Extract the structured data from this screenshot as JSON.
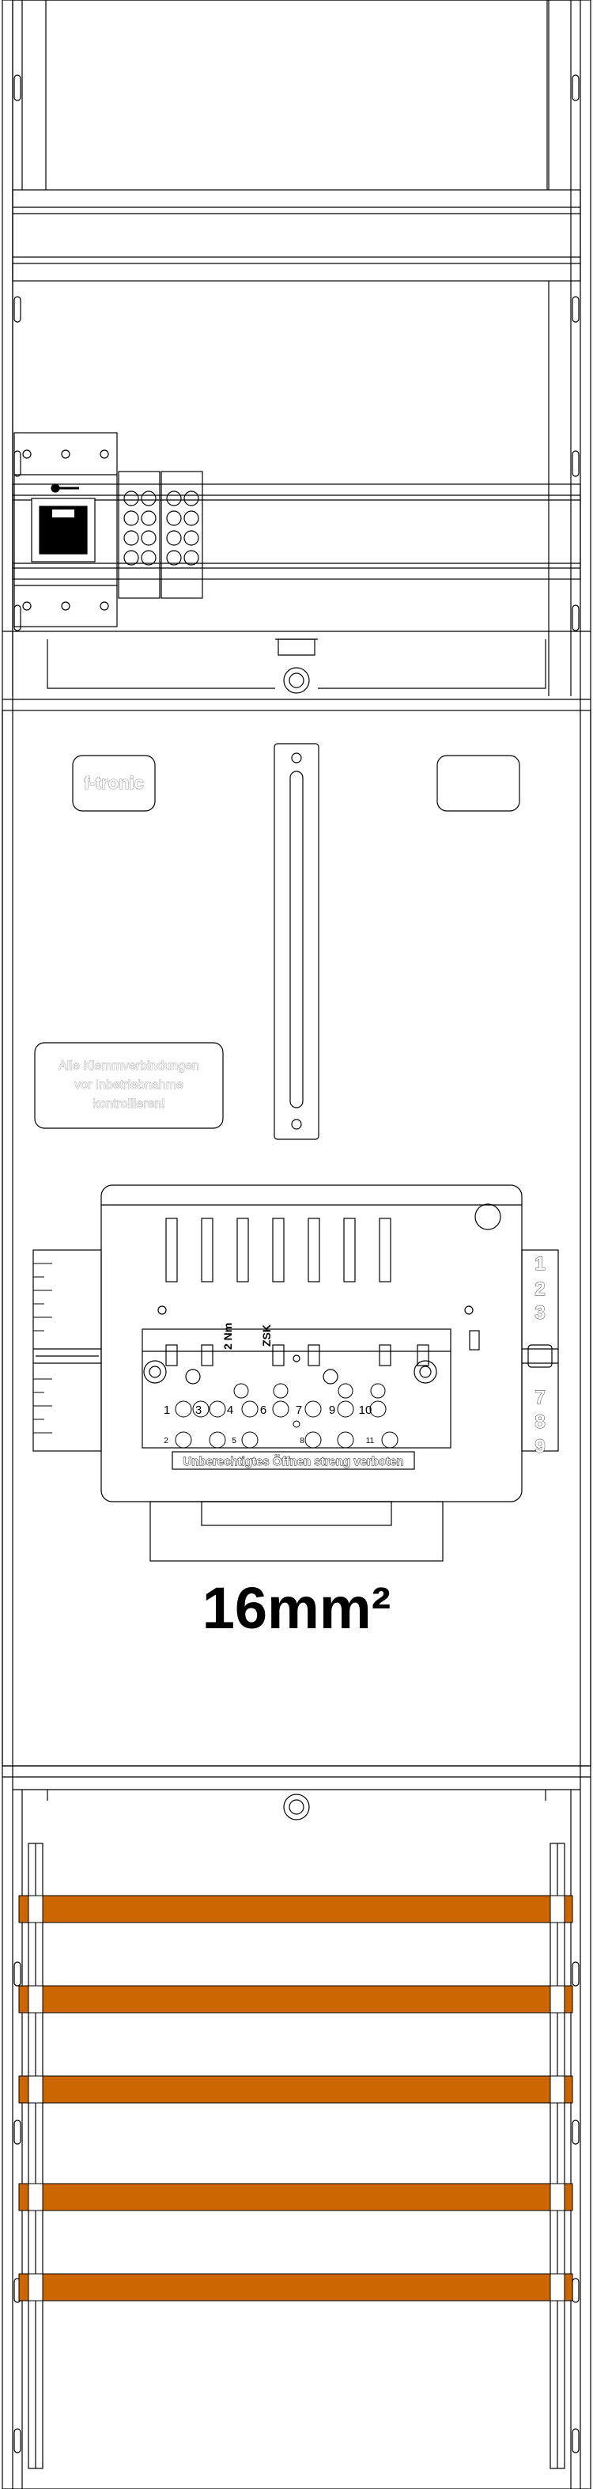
{
  "brand": {
    "logo_text": "f-tronic"
  },
  "notice": {
    "line1": "Alle Klemmverbindungen",
    "line2": "vor Inbetriebnahme",
    "line3": "kontrollieren!"
  },
  "meter_base": {
    "torque_label": "2 Nm",
    "zsk_label": "ZSK",
    "warning_text": "Unberechtigtes Öffnen streng verboten",
    "scale_right": [
      "1",
      "2",
      "3",
      "7",
      "8",
      "9"
    ],
    "terminals_main": [
      "1",
      "3",
      "4",
      "6",
      "7",
      "9",
      "10"
    ],
    "terminals_aux": [
      "2",
      "5",
      "8",
      "11"
    ]
  },
  "cross_section": {
    "label": "16mm²"
  },
  "colors": {
    "busbar": "#cc6600",
    "line": "#000000",
    "background": "#ffffff"
  },
  "busbars": {
    "count": 5
  }
}
